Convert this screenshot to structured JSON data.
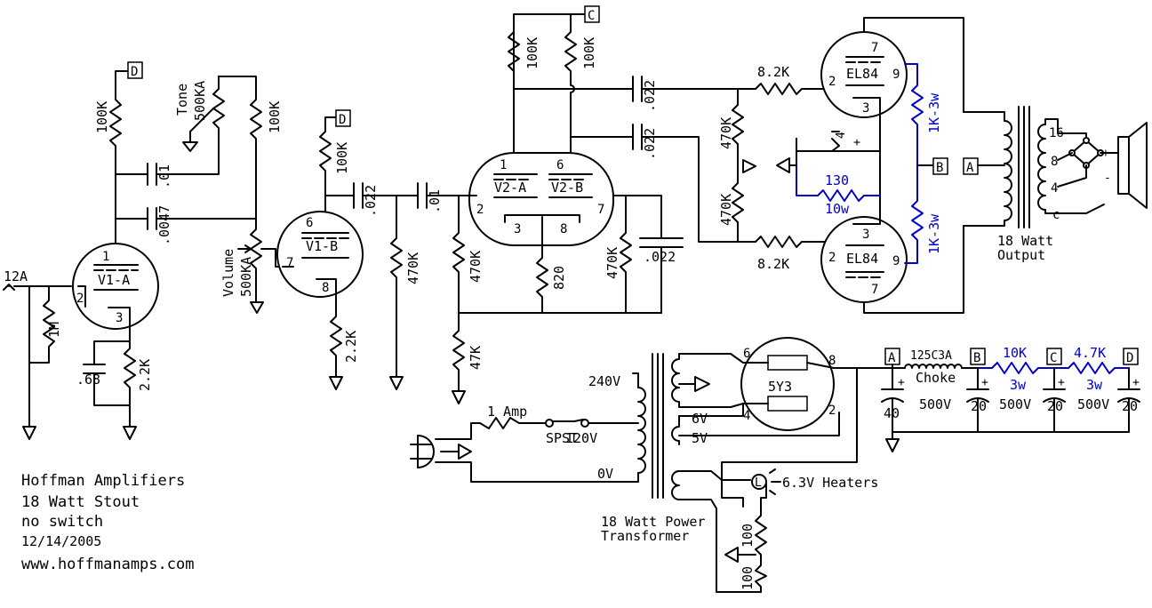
{
  "credits": {
    "company": "Hoffman Amplifiers",
    "model": "18 Watt Stout",
    "variant": "no switch",
    "date": "12/14/2005",
    "website": "www.hoffmanamps.com"
  },
  "tubes": {
    "v1a": "V1-A",
    "v1b": "V1-B",
    "v2a": "V2-A",
    "v2b": "V2-B",
    "el84_top": "EL84",
    "el84_bot": "EL84",
    "rect": "5Y3"
  },
  "pins": {
    "v1a_1": "1",
    "v1a_2": "2",
    "v1a_3": "3",
    "v1b_6": "6",
    "v1b_7": "7",
    "v1b_8": "8",
    "v2_1": "1",
    "v2_6": "6",
    "v2_2": "2",
    "v2_7": "7",
    "v2_3": "3",
    "v2_8": "8",
    "el_t7": "7",
    "el_t2": "2",
    "el_t9": "9",
    "el_t3": "3",
    "el_b3": "3",
    "el_b2": "2",
    "el_b9": "9",
    "el_b7": "7",
    "r_6": "6",
    "r_8": "8",
    "r_4": "4",
    "r_2": "2"
  },
  "labels": {
    "input": "12A",
    "r_1m": "1M",
    "c_068": ".68",
    "r_22k_a": "2.2K",
    "r_100k_a": "100K",
    "c_01_a": ".01",
    "c_0047": ".0047",
    "tone": "Tone",
    "tone_val": "500KA",
    "r_100k_b": "100K",
    "volume": "Volume",
    "volume_val": "500KA",
    "r_100k_c": "100K",
    "c_022_a": ".022",
    "r_470k_a": "470K",
    "r_22k_b": "2.2K",
    "c_01_b": ".01",
    "r_470k_b": "470K",
    "r_47k": "47K",
    "r_100k_d": "100K",
    "r_100k_e": "100K",
    "r_820": "820",
    "r_470k_c": "470K",
    "c_022_b": ".022",
    "c_022_c": ".022",
    "c_022_d": ".022",
    "r_8k2_a": "8.2K",
    "r_8k2_b": "8.2K",
    "r_470k_d": "470K",
    "r_470k_e": "470K",
    "c_cath": "4",
    "r_130": "130",
    "r_130_w": "10w",
    "r_1k3w_a": "1K-3w",
    "r_1k3w_b": "1K-3w",
    "ot": "18 Watt",
    "ot2": "Output",
    "sp16": "16",
    "sp8": "8",
    "sp4": "4",
    "spc": "c",
    "sp_plus": "+",
    "sp_minus": "-",
    "v240": "240V",
    "v120": "120V",
    "v0": "0V",
    "fuse": "1 Amp",
    "spst": "SPST",
    "v6": "6V",
    "v5": "5V",
    "heaters": "6.3V Heaters",
    "pt": "18 Watt Power",
    "pt2": "Transformer",
    "r_100_a": "100",
    "r_100_b": "100",
    "choke": "125C3A",
    "choke2": "Choke",
    "r_10k": "10K",
    "r_10k_w": "3w",
    "r_47k_p": "4.7K",
    "r_47k_w": "3w",
    "cap40": "40",
    "cap20a": "20",
    "cap20b": "20",
    "cap20c": "20",
    "v500a": "500V",
    "v500b": "500V",
    "v500c": "500V",
    "lamp": "L",
    "node_a": "A",
    "node_b": "B",
    "node_c": "C",
    "node_d": "D",
    "plus": "+"
  },
  "colors": {
    "wire": "#000000",
    "blue": "#0000cc"
  }
}
